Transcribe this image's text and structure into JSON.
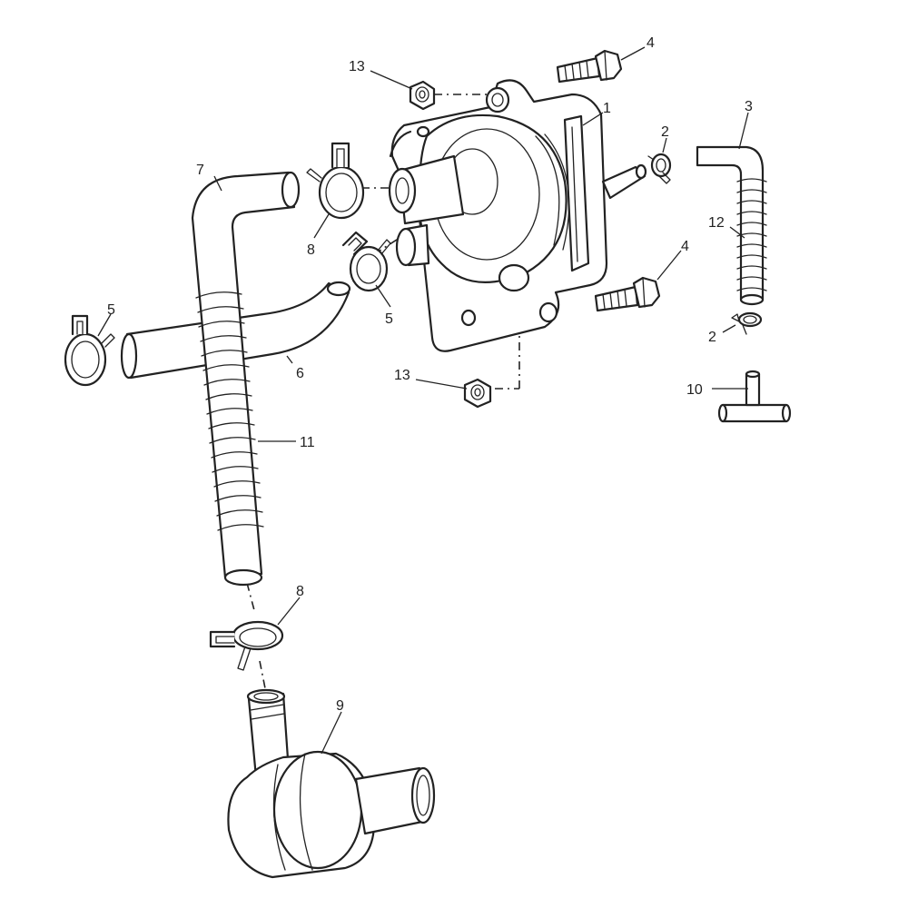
{
  "labels": {
    "p1": "1",
    "p2a": "2",
    "p2b": "2",
    "p3": "3",
    "p4a": "4",
    "p4b": "4",
    "p5a": "5",
    "p5b": "5",
    "p6": "6",
    "p7": "7",
    "p8a": "8",
    "p8b": "8",
    "p9": "9",
    "p10": "10",
    "p11": "11",
    "p12": "12",
    "p13a": "13",
    "p13b": "13"
  }
}
